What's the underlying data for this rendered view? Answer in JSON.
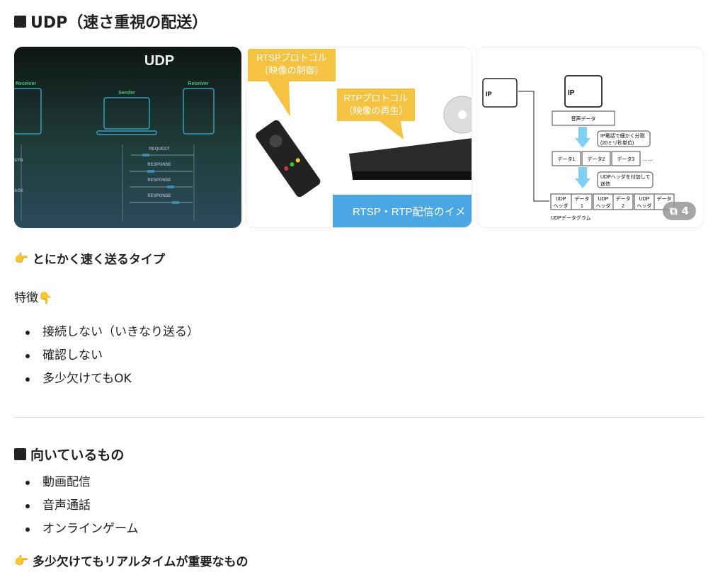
{
  "section1": {
    "title": "UDP（速さ重視の配送）"
  },
  "gallery": {
    "image1": {
      "title": "UDP",
      "receiver_left": "Receiver",
      "sender": "Sender",
      "receiver_right": "Receiver",
      "syn": "SYN",
      "ack": "ACK",
      "request": "REQUEST",
      "response": "RESPONSE"
    },
    "image2": {
      "rtsp_line1": "RTSPプロトコル",
      "rtsp_line2": "（映像の制御）",
      "rtp_line1": "RTPプロトコル",
      "rtp_line2": "（映像の再生）",
      "banner": "RTSP・RTP配信のイメ"
    },
    "image3": {
      "voice": "音声データ",
      "split1": "IP電話で細かく分割",
      "split2": "(20ミリ秒単位)",
      "d1": "データ1",
      "d2": "データ2",
      "d3": "データ3",
      "dots": "……",
      "hdr1": "UDPヘッダを付加して",
      "hdr2": "送信",
      "udp": "UDP",
      "hed": "ヘッダ",
      "data": "データ",
      "n1": "1",
      "n2": "2",
      "datagram": "UDPデータグラム",
      "ip": "IP"
    },
    "more_count": "4"
  },
  "tagline1": "とにかく速く送るタイプ",
  "features": {
    "label": "特徴",
    "items": [
      "接続しない（いきなり送る）",
      "確認しない",
      "多少欠けてもOK"
    ]
  },
  "section2": {
    "title": "向いているもの",
    "items": [
      "動画配信",
      "音声通話",
      "オンラインゲーム"
    ]
  },
  "tagline2": "多少欠けてもリアルタイムが重要なもの",
  "emoji": {
    "point_right": "👉",
    "point_down": "👇"
  }
}
